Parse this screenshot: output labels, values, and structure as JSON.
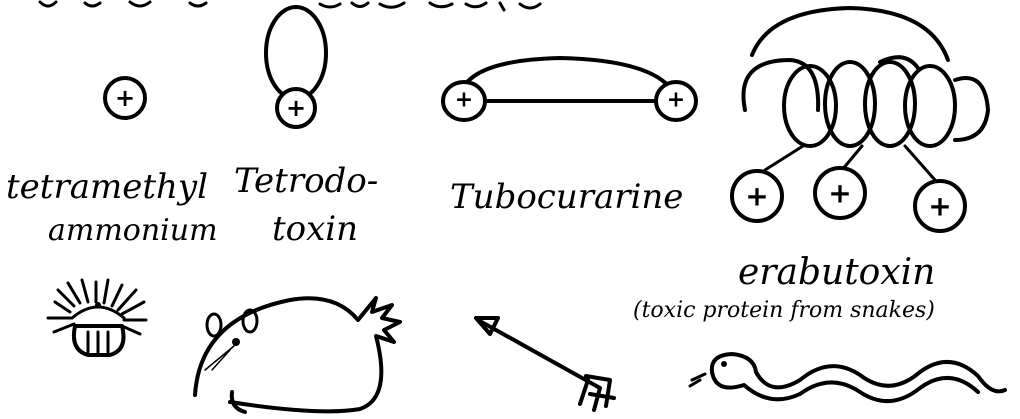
{
  "symbols": {
    "charge": "+"
  },
  "labels": {
    "tetramethyl_line1": "tetramethyl",
    "tetramethyl_line2": "ammonium",
    "tetrodotoxin_line1": "Tetrodo-",
    "tetrodotoxin_line2": "toxin",
    "tubocurarine": "Tubocurarine",
    "erabutoxin": "erabutoxin",
    "erabutoxin_note": "(toxic protein from snakes)"
  },
  "icons": [
    "sea-anemone-icon",
    "pufferfish-icon",
    "arrow-icon",
    "snake-icon"
  ]
}
